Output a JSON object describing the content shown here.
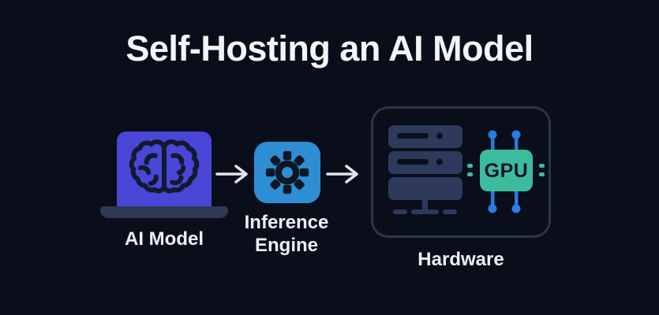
{
  "title": "Self-Hosting an AI Model",
  "flow": {
    "ai_model": {
      "label": "AI Model"
    },
    "inference_engine": {
      "label": "Inference Engine"
    },
    "hardware": {
      "label": "Hardware",
      "gpu_label": "GPU"
    }
  },
  "icons": {
    "ai_model_node": "laptop-with-brain-icon",
    "inference_engine_node": "gear-icon",
    "hardware_node": [
      "server-rack-icon",
      "gpu-chip-icon"
    ],
    "connector": "arrow-right-icon"
  },
  "colors": {
    "background": "#0a0e1a",
    "title_text": "#f3f5f7",
    "label_text": "#edeff2",
    "laptop_screen": "#4a46d8",
    "laptop_base": "#2d3952",
    "glyph_dark": "#0e1724",
    "gear_tile": "#2e8ed4",
    "hardware_border": "#2a3450",
    "server_body": "#2d3a5c",
    "gpu_chip": "#3cbc9d",
    "pin_blue": "#2a7ce0",
    "arrow": "#e4e7ea"
  }
}
